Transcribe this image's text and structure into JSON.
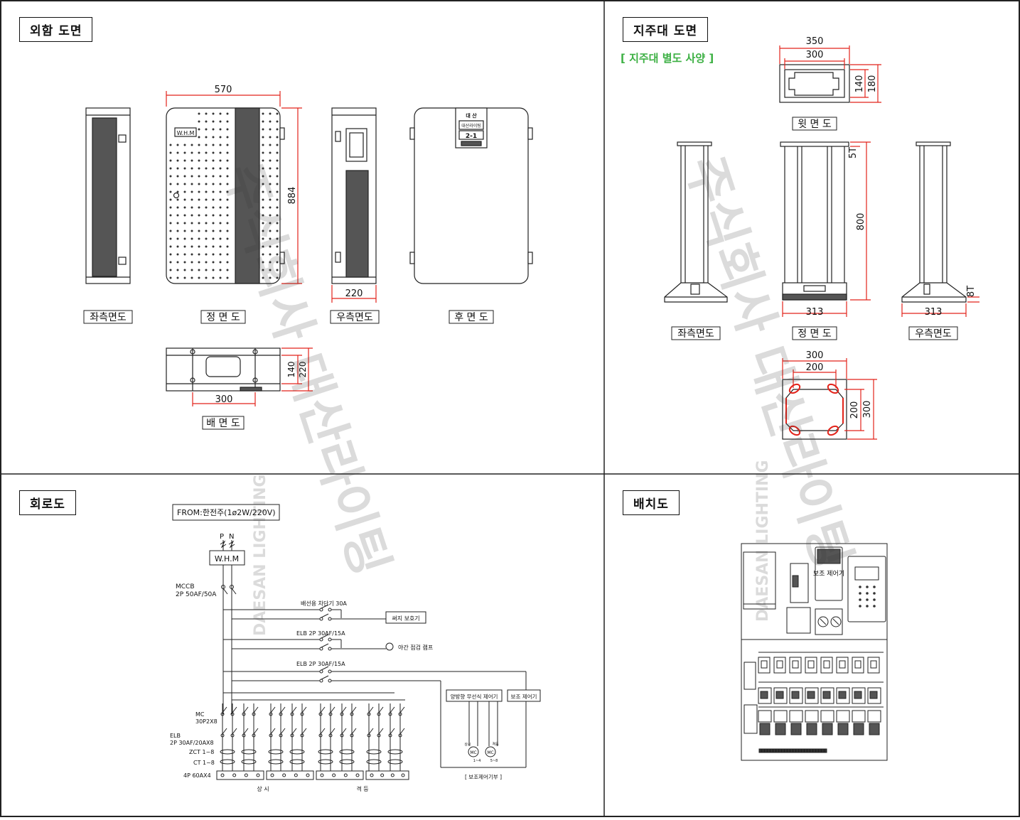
{
  "sections": {
    "exterior": {
      "title": "외함 도면"
    },
    "stand": {
      "title": "지주대 도면",
      "note": "[ 지주대 별도 사양 ]"
    },
    "circuit": {
      "title": "회로도"
    },
    "layout": {
      "title": "배치도"
    }
  },
  "exterior": {
    "views": {
      "left": "좌측면도",
      "front": "정 면 도",
      "right": "우측면도",
      "back": "후 면 도",
      "bottom": "배 면 도"
    },
    "dims": {
      "width": "570",
      "height": "884",
      "depth": "220",
      "bottom_w": "300",
      "bottom_h1": "140",
      "bottom_h2": "220"
    },
    "whm_label": "W.H.M",
    "nameplate": {
      "top": "대 산",
      "middle": "대산라이팅",
      "code": "2-1"
    }
  },
  "stand": {
    "views": {
      "top": "윗 면 도",
      "left": "좌측면도",
      "front": "정 면 도",
      "right": "우측면도"
    },
    "dims": {
      "top_outer": "350",
      "top_inner": "300",
      "top_h1": "140",
      "top_h2": "180",
      "thk_top": "5T",
      "height": "800",
      "base": "313",
      "base_right": "313",
      "thk_base": "8T",
      "bot_outer": "300",
      "bot_inner": "200",
      "bot_h1": "200",
      "bot_h2": "300"
    }
  },
  "circuit": {
    "from": "FROM:한전주(1ø2W/220V)",
    "p": "P",
    "n": "N",
    "whm": "W.H.M",
    "mccb": "MCCB",
    "mccb_spec": "2P 50AF/50A",
    "breaker1": "배선용 차단기 30A",
    "surge": "써지 보호기",
    "elb1": "ELB 2P 30AF/15A",
    "lamp": "야간 점검 램프",
    "elb2": "ELB 2P 30AF/15A",
    "wireless": "양방향 무선식 제어기",
    "aux": "보조 제어기",
    "mc": "MC",
    "mc_spec": "30P2X8",
    "elb": "ELB",
    "elb_spec": "2P 30AF/20AX8",
    "zct": "ZCT 1~8",
    "ct": "CT 1~8",
    "tb": "4P 60AX4",
    "always": "상 시",
    "alternate": "격 등",
    "aux_part": "[ 보조제어기부 ]",
    "mc1": "MC",
    "mc1_range": "1~4",
    "mc1_top": "상시",
    "mc2": "MC",
    "mc2_range": "5~8",
    "mc2_top": "격등"
  },
  "layout": {
    "aux_label": "보조 제어기"
  },
  "watermark": {
    "main": "주식회사 대산라이팅",
    "sub": "DAESAN LIGHTING"
  }
}
